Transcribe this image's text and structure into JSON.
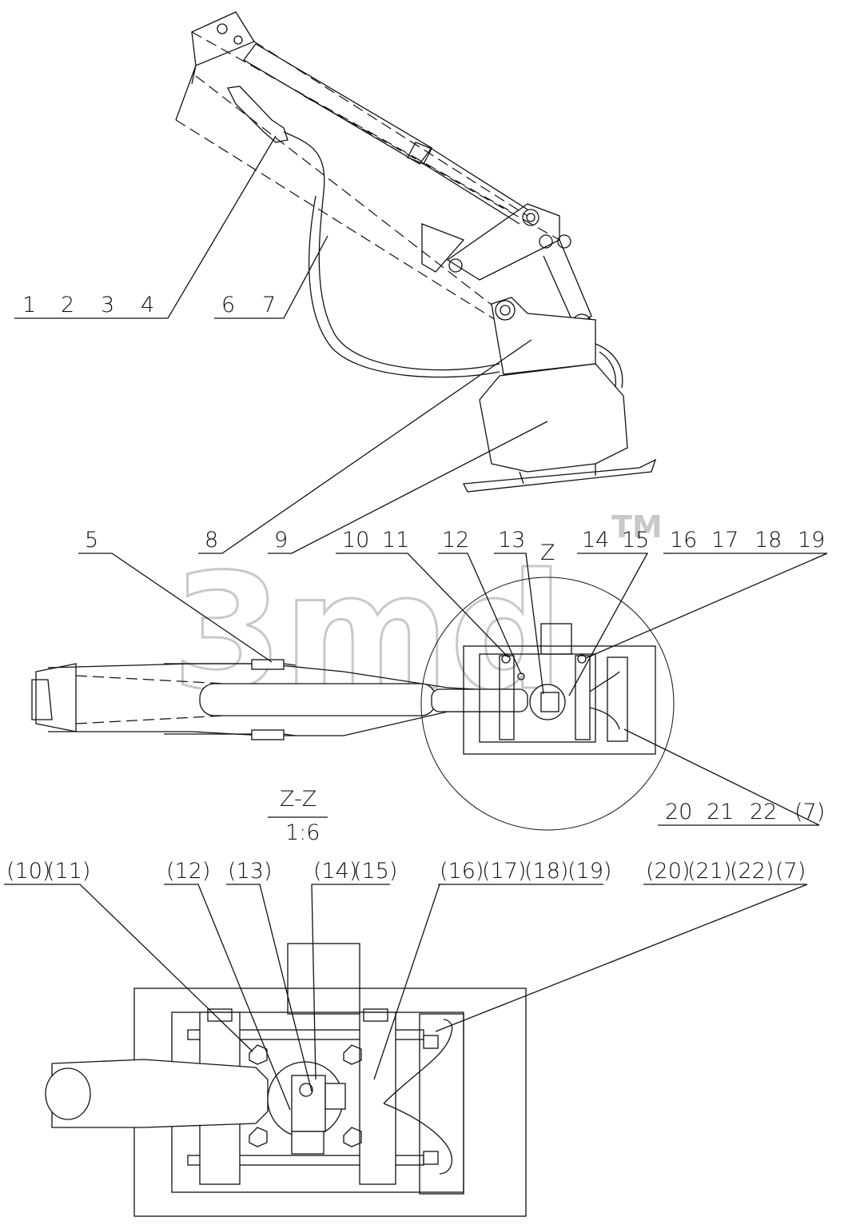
{
  "watermark": {
    "text": "3md",
    "trademark": "TM"
  },
  "top_view": {
    "callouts": [
      {
        "id": "c-1-4",
        "labels": [
          "1",
          "2",
          "3",
          "4"
        ]
      },
      {
        "id": "c-6-7",
        "labels": [
          "6",
          "7"
        ]
      }
    ]
  },
  "middle_view": {
    "section_marker": "Z",
    "callouts": [
      {
        "id": "c-5",
        "labels": [
          "5"
        ]
      },
      {
        "id": "c-8",
        "labels": [
          "8"
        ]
      },
      {
        "id": "c-9",
        "labels": [
          "9"
        ]
      },
      {
        "id": "c-10-11",
        "labels": [
          "10",
          "11"
        ]
      },
      {
        "id": "c-12",
        "labels": [
          "12"
        ]
      },
      {
        "id": "c-13",
        "labels": [
          "13"
        ]
      },
      {
        "id": "c-14-15",
        "labels": [
          "14",
          "15"
        ]
      },
      {
        "id": "c-16-19",
        "labels": [
          "16",
          "17",
          "18",
          "19"
        ]
      },
      {
        "id": "c-20-7",
        "labels": [
          "20",
          "21",
          "22",
          "(7)"
        ]
      }
    ]
  },
  "section_view": {
    "title": "Z-Z",
    "scale": "1:6",
    "callouts": [
      {
        "id": "s-10-11",
        "labels": [
          "(10)",
          "(11)"
        ]
      },
      {
        "id": "s-12",
        "labels": [
          "(12)"
        ]
      },
      {
        "id": "s-13",
        "labels": [
          "(13)"
        ]
      },
      {
        "id": "s-14-15",
        "labels": [
          "(14)",
          "(15)"
        ]
      },
      {
        "id": "s-16-19",
        "labels": [
          "(16)",
          "(17)",
          "(18)",
          "(19)"
        ]
      },
      {
        "id": "s-20-7",
        "labels": [
          "(20)",
          "(21)",
          "(22)",
          "(7)"
        ]
      }
    ]
  }
}
